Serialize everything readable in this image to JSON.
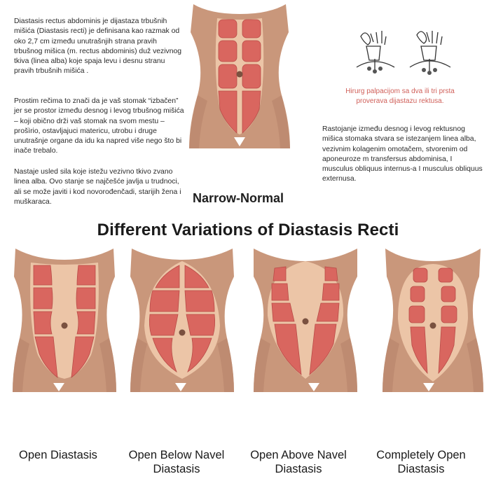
{
  "left_text": {
    "p1": "Diastasis rectus abdominis je dijastaza trbušnih mišića (Diastasis recti) je definisana kao razmak od oko 2,7 cm između unutrašnjih strana pravih trbušnog mišica (m. rectus abdominis) duž vezivnog tkiva (linea alba) koje spaja levu i desnu stranu pravih trbušnih mišića .",
    "p2": "Prostim rečima to znači da je vaš stomak “izbačen” jer se prostor između desnog i levog trbušnog mišića – koji obično drži vaš stomak na svom mestu – prošìrio, ostavljajuci matericu, utrobu i druge unutrašnje organe da idu ka napred više nego što bi inače trebalo.",
    "p3": "Nastaje usled sila koje istežu vezivno tkivo zvano linea alba. Ovo stanje se najčešće javlja u trudnoci, ali se može javiti i kod novorođenčadi, starijih žena i muškaraca."
  },
  "right_text": {
    "caption": "Hirurg palpacijom sa dva ili  tri prsta proverava dijastazu rektusa.",
    "paragraph": "Rastojanje između desnog i levog rektusnog mišica stomaka stvara se istezanjem linea alba, vezivnim kolagenim omotačem, stvorenim od aponeuroze m transfersus abdominisa, I musculus obliquus internus-a I musculus obliquus externusa."
  },
  "main_figure": {
    "label": "Narrow-Normal"
  },
  "title": "Different Variations of Diastasis Recti",
  "variations": [
    {
      "id": "open",
      "label": "Open Diastasis"
    },
    {
      "id": "below",
      "label": "Open Below Navel Diastasis"
    },
    {
      "id": "above",
      "label": "Open Above Navel Diastasis"
    },
    {
      "id": "complete",
      "label": "Completely Open Diastasis"
    }
  ],
  "colors": {
    "skin": "#c9977b",
    "skin_shadow": "#b8836a",
    "linea_alba": "#ecc5a7",
    "muscle": "#d9665f",
    "muscle_line": "#b94b47",
    "navel": "#7a5140",
    "caption": "#d0605a"
  }
}
